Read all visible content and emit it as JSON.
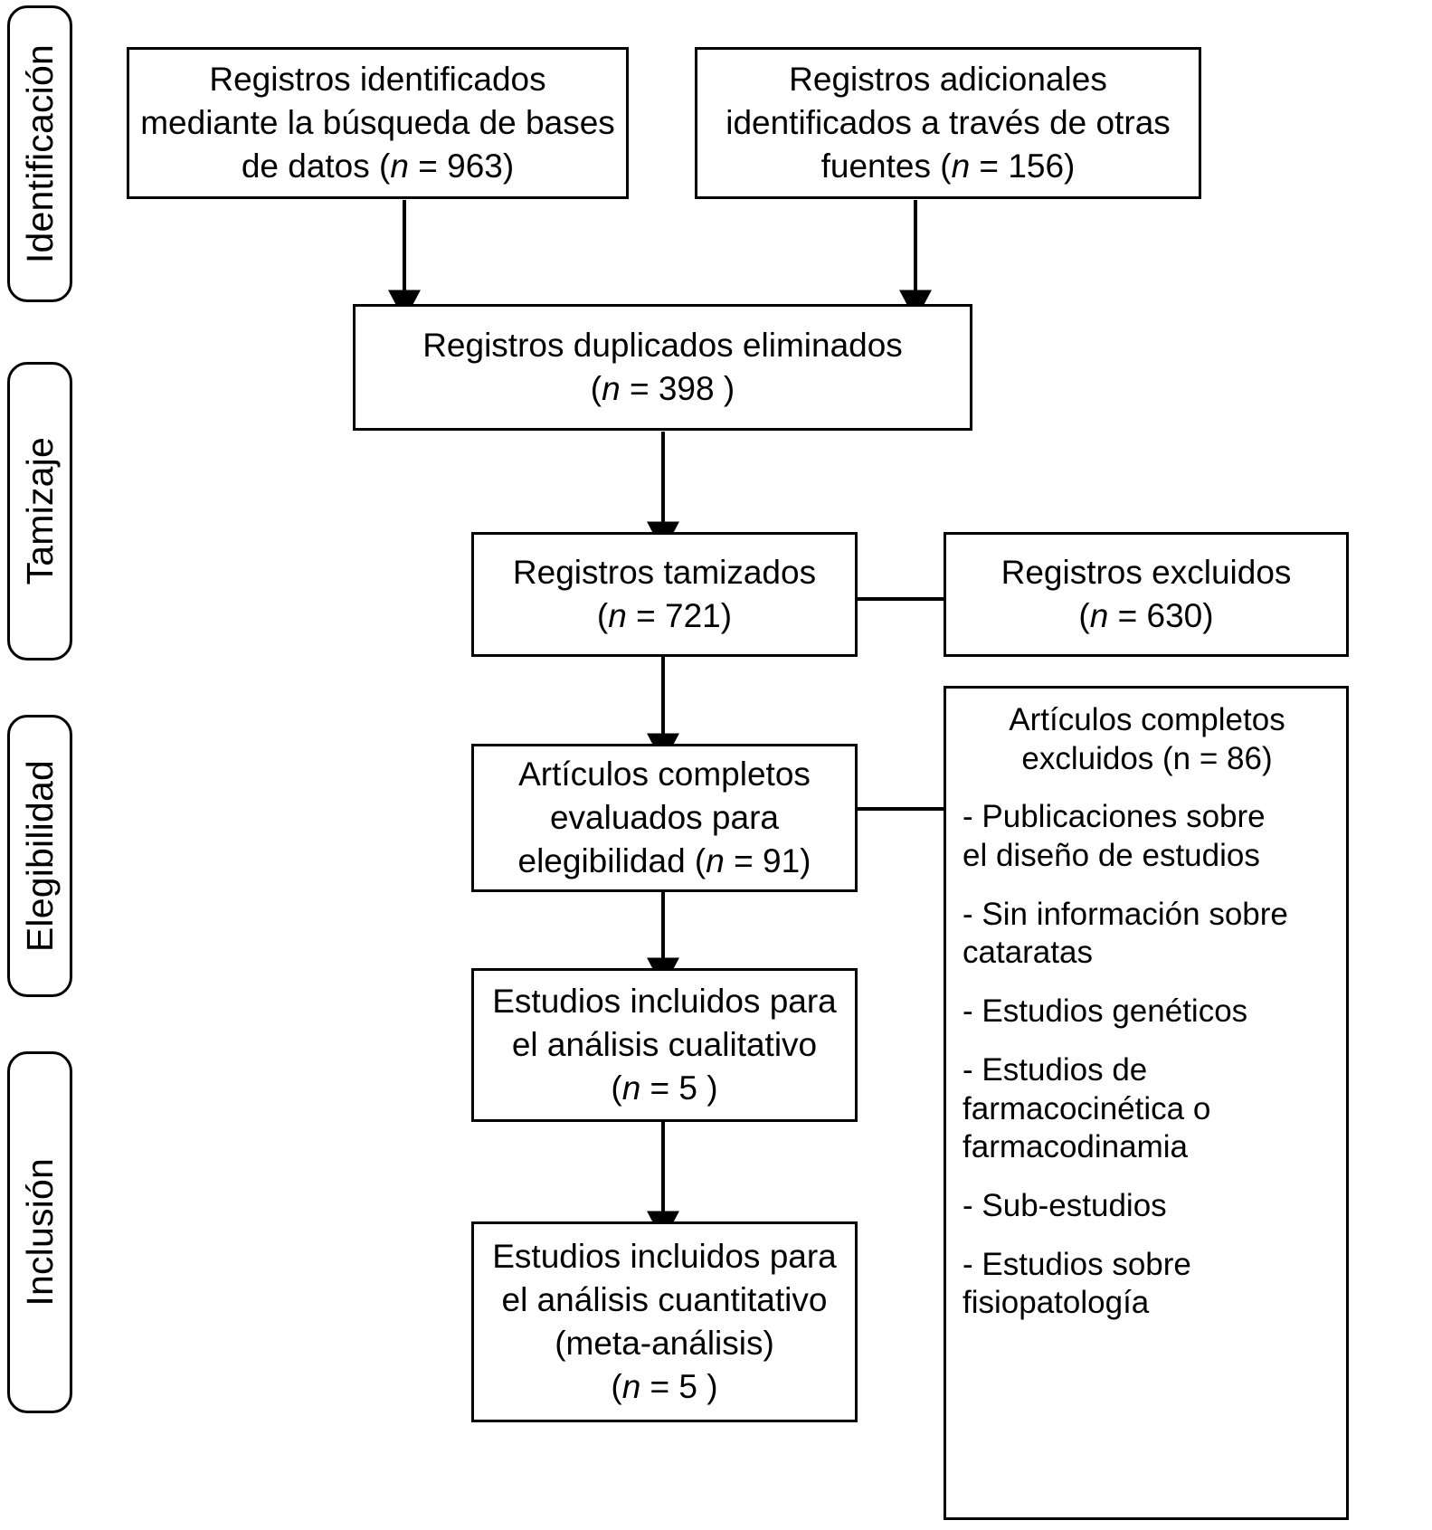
{
  "diagram": {
    "type": "prisma-flow-diagram",
    "language": "es",
    "stages": [
      {
        "id": "identificacion",
        "label": "Identificación"
      },
      {
        "id": "tamizaje",
        "label": "Tamizaje"
      },
      {
        "id": "elegibilidad",
        "label": "Elegibilidad"
      },
      {
        "id": "inclusion",
        "label": "Inclusión"
      }
    ],
    "boxes": {
      "records_db": {
        "text": "Registros identificados\nmediante la búsqueda de bases\nde datos  (n = 963)",
        "n": 963
      },
      "records_other": {
        "text": "Registros adicionales\nidentificados a través de otras\nfuentes (n = 156)",
        "n": 156
      },
      "duplicates_removed": {
        "text": "Registros duplicados eliminados\n(n = 398 )",
        "n": 398
      },
      "records_screened": {
        "text": "Registros  tamizados\n(n = 721)",
        "n": 721
      },
      "records_excluded": {
        "text": "Registros  excluidos\n(n = 630)",
        "n": 630
      },
      "fulltext_assessed": {
        "text": "Artículos completos\nevaluados para\nelegibilidad (n = 91)",
        "n": 91
      },
      "studies_qualitative": {
        "text": "Estudios incluidos para\nel análisis cualitativo\n(n = 5 )",
        "n": 5
      },
      "studies_quantitative": {
        "text": "Estudios incluidos para\nel análisis cuantitativo\n(meta-análisis)\n(n = 5 )",
        "n": 5
      },
      "fulltext_excluded": {
        "title": "Artículos completos\nexcluidos (n = 86)",
        "n": 86,
        "reasons": [
          "- Publicaciones sobre\nel diseño de estudios",
          "- Sin información sobre\n  cataratas",
          "- Estudios genéticos",
          "- Estudios de\nfarmacocinética o\nfarmacodinamia",
          "- Sub-estudios",
          "- Estudios sobre\n   fisiopatología"
        ]
      }
    },
    "colors": {
      "stroke": "#000000",
      "background": "#ffffff",
      "text": "#000000"
    }
  }
}
